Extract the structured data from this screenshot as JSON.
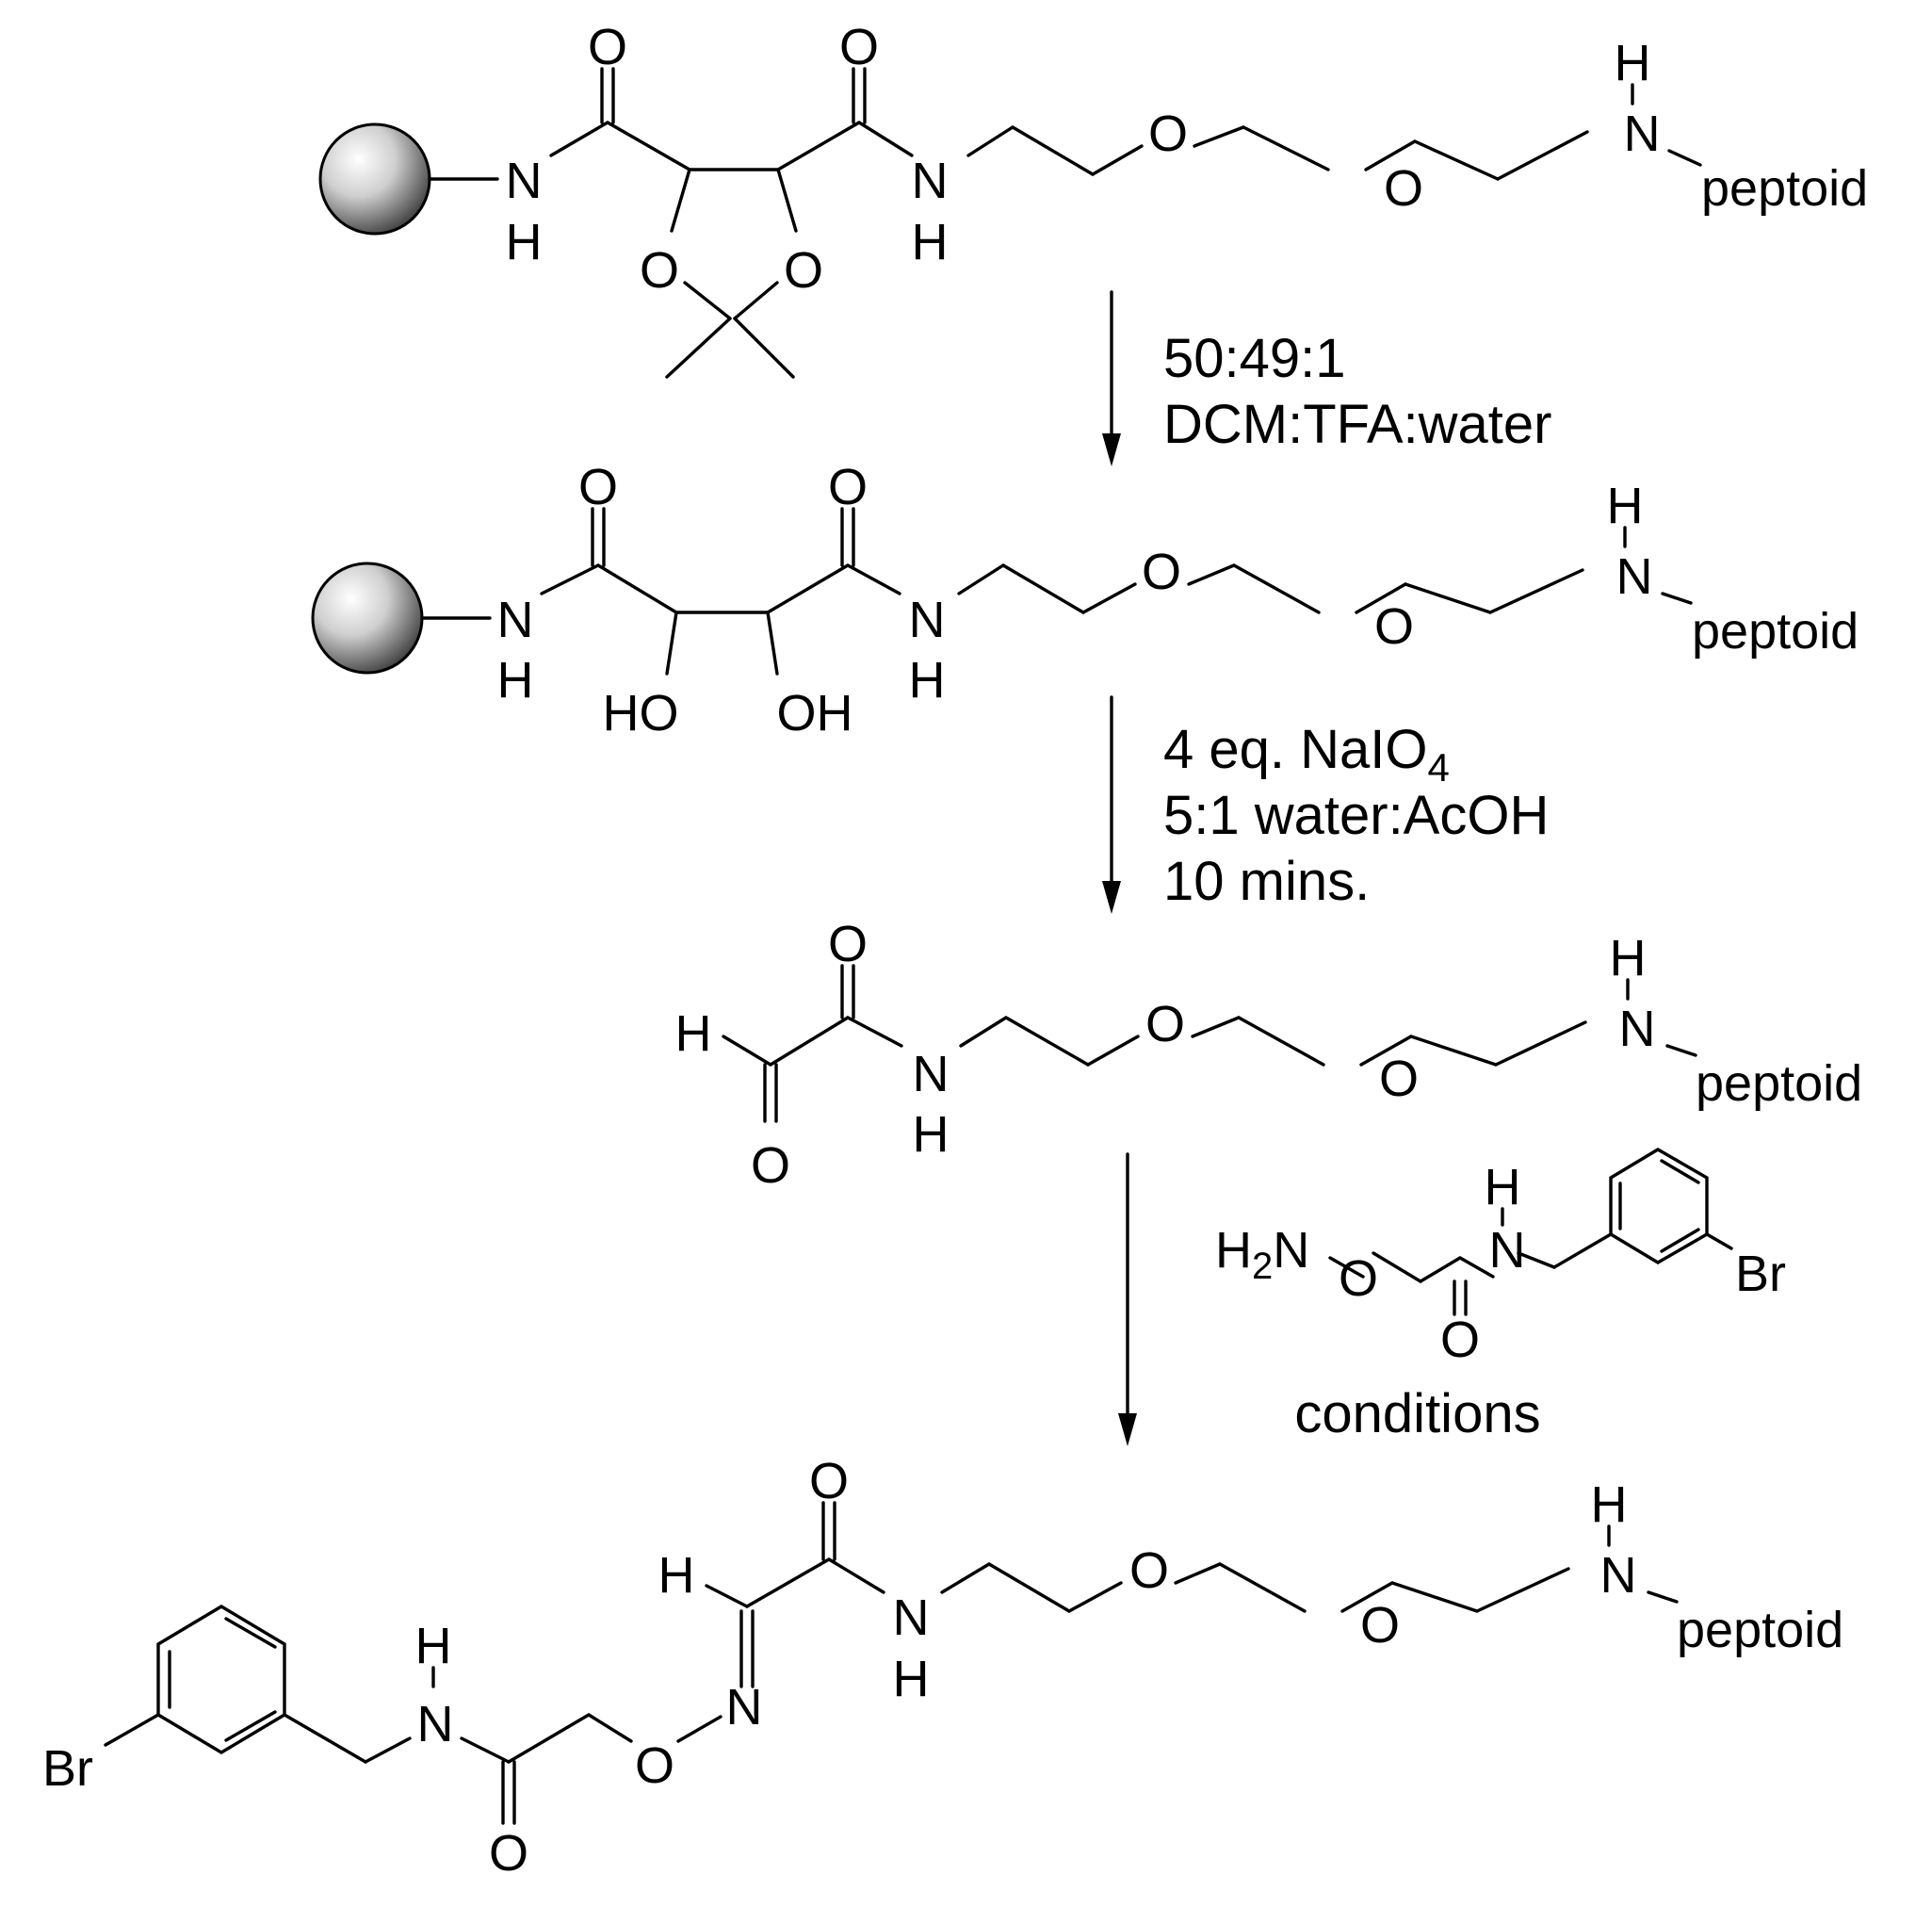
{
  "scheme": {
    "atoms": {
      "oxygen": "O",
      "nitrogen": "N",
      "hydrogen": "H",
      "hydroxyl_left": "HO",
      "hydroxyl_right": "OH",
      "bromine": "Br",
      "peptoid": "peptoid",
      "amine_h2": "H",
      "amine_sub": "2",
      "amine_n": "N"
    },
    "conditions": {
      "step1": [
        "50:49:1",
        "DCM:TFA:water"
      ],
      "step2_line1": "4 eq. NaIO",
      "step2_line1_sub": "4",
      "step2_rest": [
        "5:1 water:AcOH",
        "10 mins."
      ],
      "step3": "conditions"
    },
    "colors": {
      "line": "#000000",
      "bead_light": "#ffffff",
      "bead_dark": "#3a3a3a"
    }
  }
}
